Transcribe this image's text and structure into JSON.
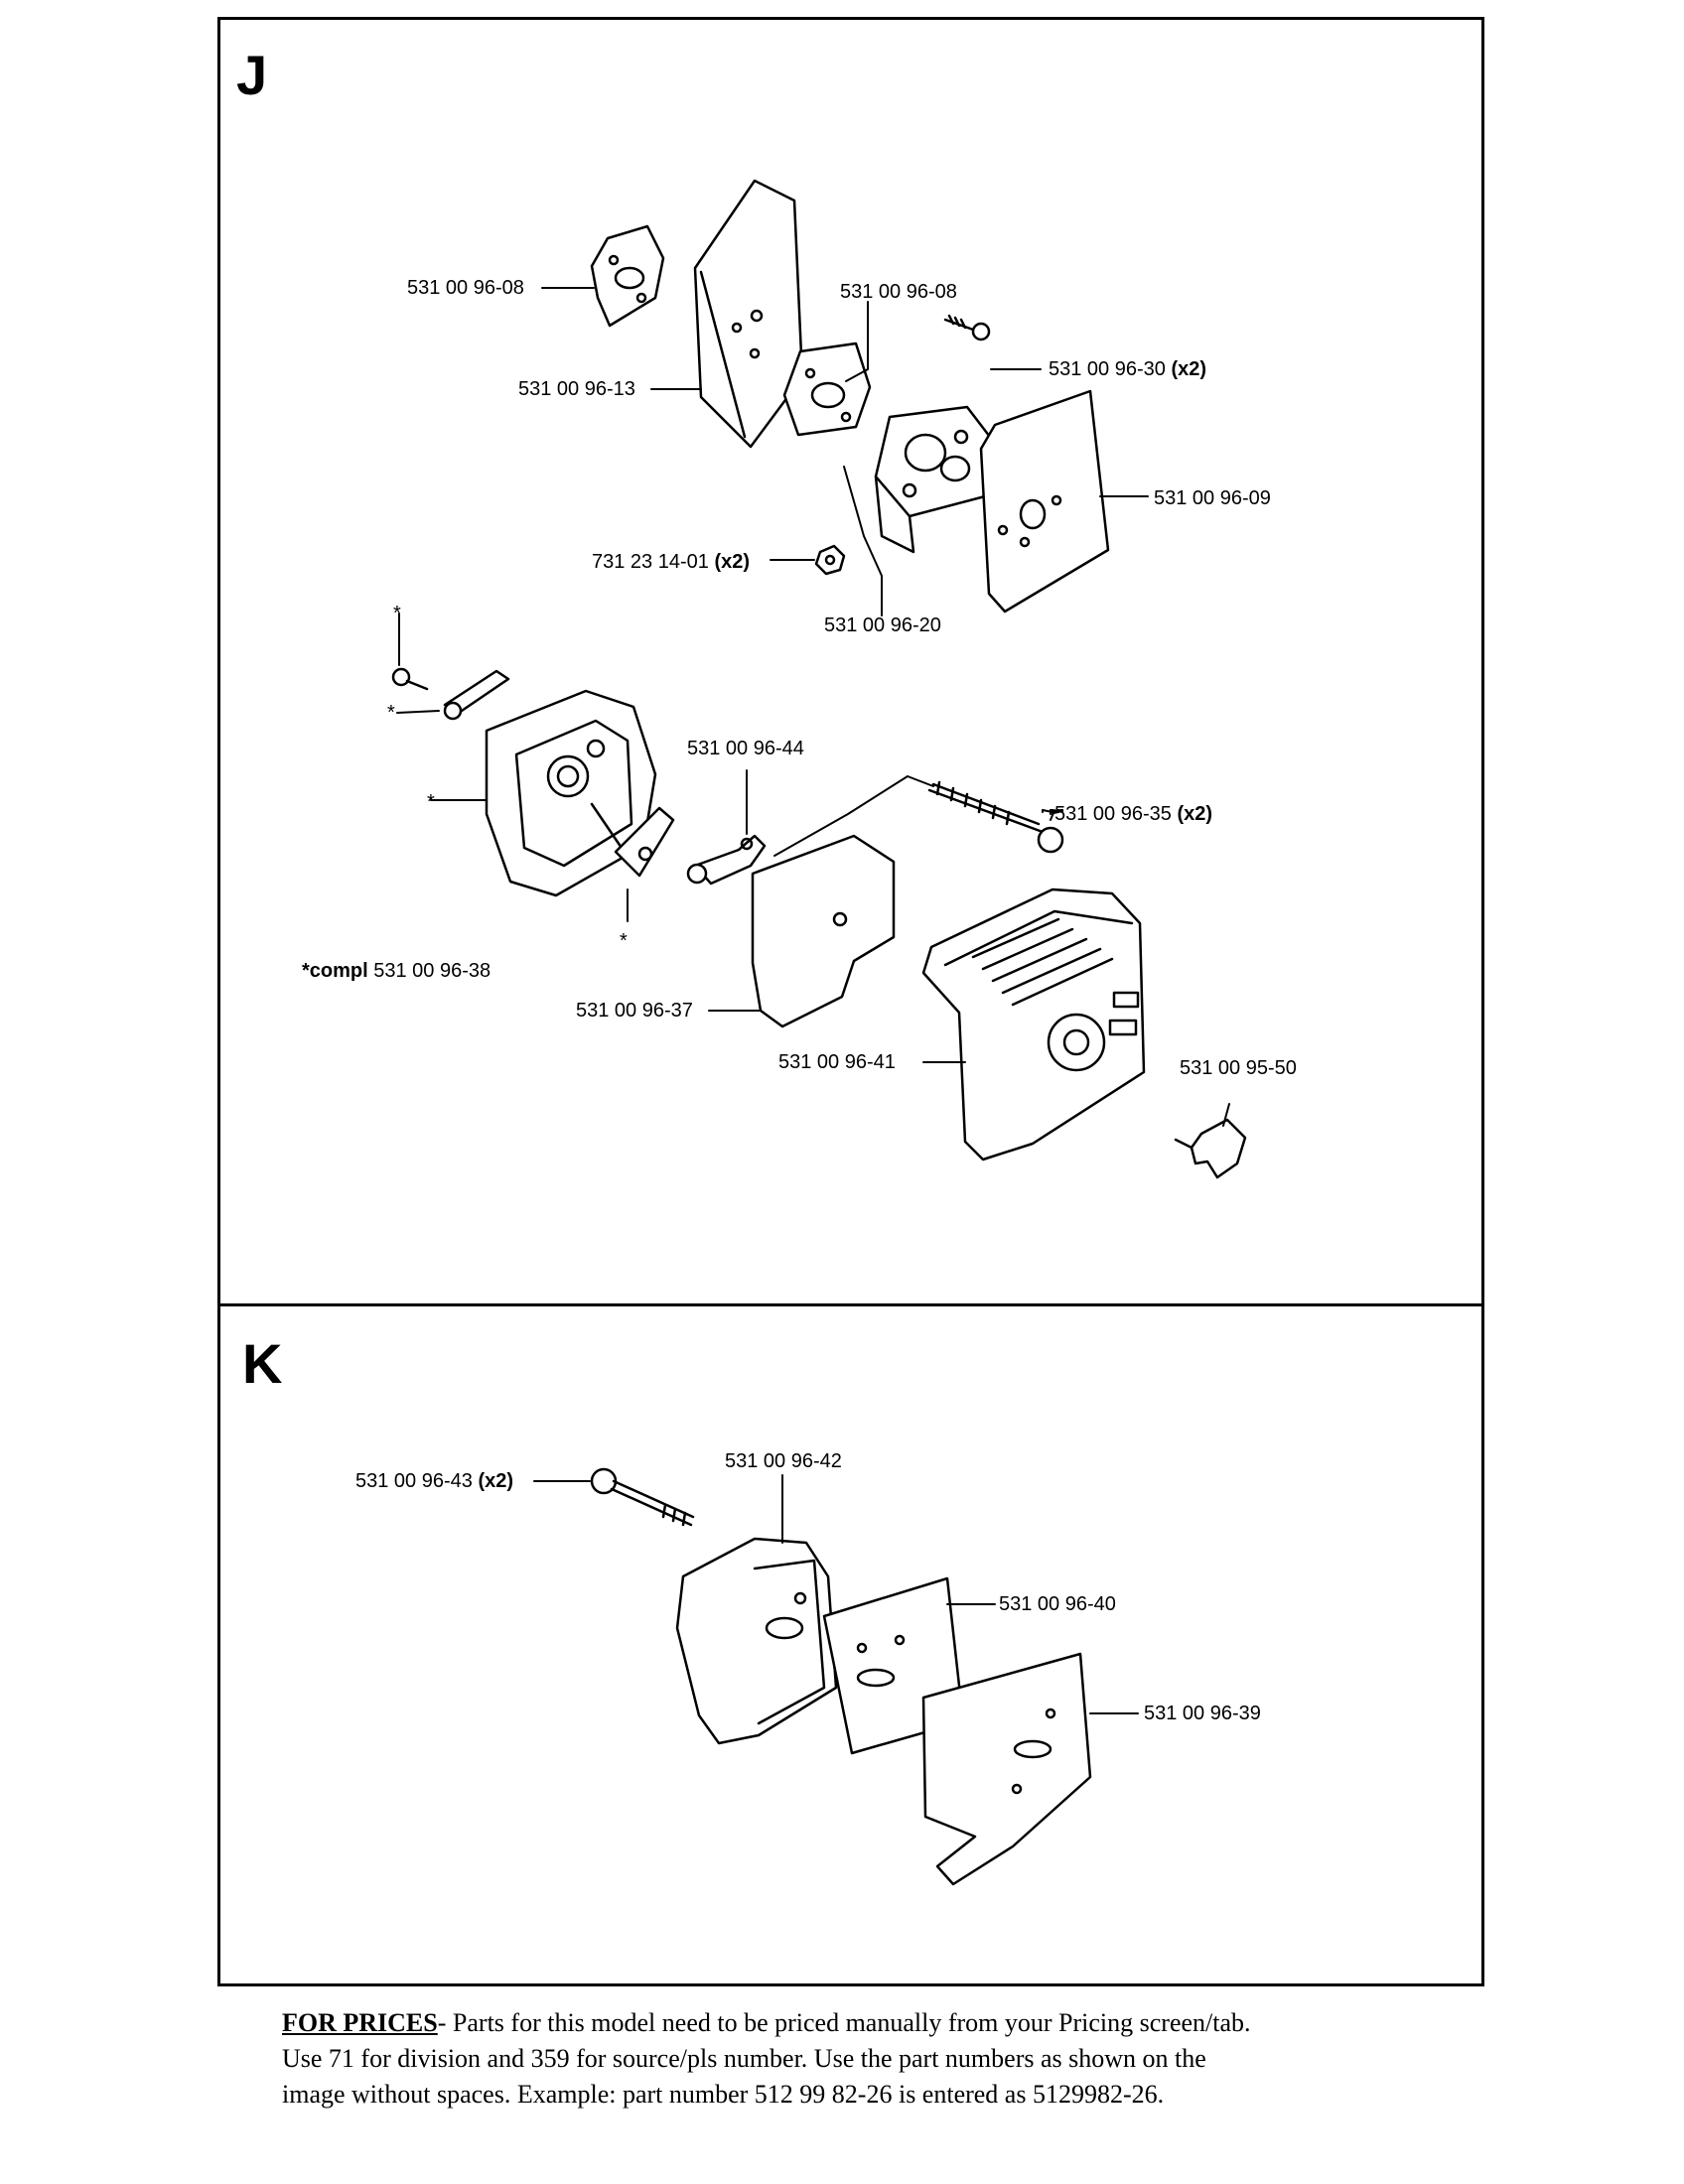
{
  "sections": {
    "j": {
      "letter": "J"
    },
    "k": {
      "letter": "K"
    }
  },
  "labels": {
    "p_531_00_96_08_a": "531 00 96-08",
    "p_531_00_96_08_b": "531 00 96-08",
    "p_531_00_96_13": "531 00 96-13",
    "p_531_00_96_30": "531 00 96-30",
    "p_531_00_96_30_qty": "(x2)",
    "p_531_00_96_09": "531 00 96-09",
    "p_731_23_14_01": "731 23 14-01",
    "p_731_23_14_01_qty": "(x2)",
    "p_531_00_96_20": "531 00 96-20",
    "p_531_00_96_44": "531 00 96-44",
    "p_531_00_96_35": "531 00 96-35",
    "p_531_00_96_35_qty": "(x2)",
    "compl_prefix": "*compl",
    "compl_number": "531 00 96-38",
    "p_531_00_96_37": "531 00 96-37",
    "p_531_00_96_41": "531 00 96-41",
    "p_531_00_95_50": "531 00 95-50",
    "asterisk": "*",
    "p_531_00_96_43": "531 00 96-43",
    "p_531_00_96_43_qty": "(x2)",
    "p_531_00_96_42": "531 00 96-42",
    "p_531_00_96_40": "531 00 96-40",
    "p_531_00_96_39": "531 00 96-39"
  },
  "footer": {
    "heading": "FOR PRICES",
    "line1": "- Parts for this model need to be priced manually from your Pricing screen/tab.",
    "line2": "Use 71 for division and 359 for source/pls number.   Use the part numbers as shown on the",
    "line3": "image without spaces.  Example: part number 512 99 82-26 is entered as 5129982-26."
  }
}
